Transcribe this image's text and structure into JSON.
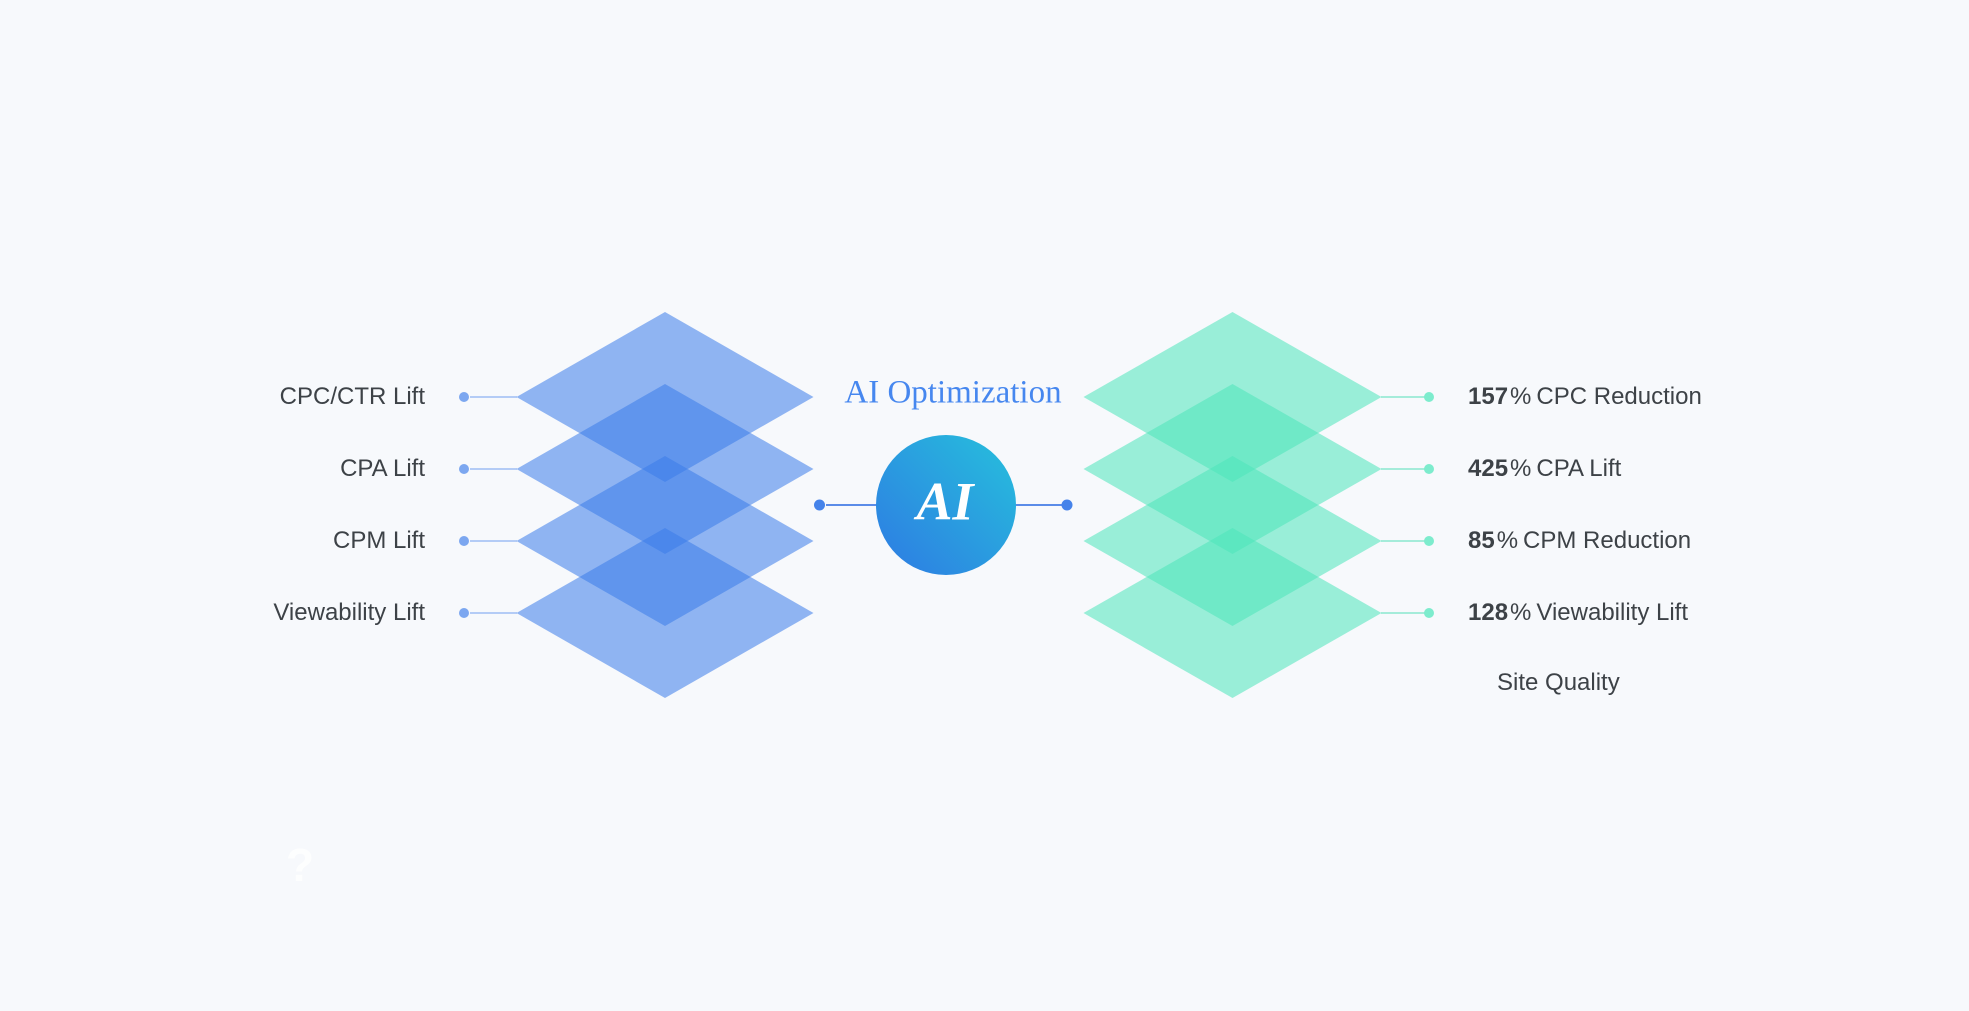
{
  "background_color": "#f7f9fc",
  "center": {
    "title": "AI Optimization",
    "circle_label": "AI"
  },
  "colors": {
    "background": "#f7f9fc",
    "diamond_blue": "#3a7bea",
    "diamond_teal": "#4ce5ba",
    "left_line": "#b4ccf6",
    "left_dot": "#7ca7f0",
    "right_line": "#a5ecda",
    "right_dot": "#7deccd",
    "center_line": "#5b8ce8",
    "center_dot": "#4583ea",
    "circle_gradient_start": "#2e7ae3",
    "circle_gradient_end": "#26c0dc",
    "title_text": "#4687ef",
    "label_text": "#3d4247"
  },
  "left": {
    "items": [
      {
        "label": "CPC/CTR Lift"
      },
      {
        "label": "CPA Lift"
      },
      {
        "label": "CPM Lift"
      },
      {
        "label": "Viewability Lift"
      }
    ]
  },
  "right": {
    "items": [
      {
        "number": "157",
        "suffix": "%",
        "label": "CPC Reduction"
      },
      {
        "number": "425",
        "suffix": "%",
        "label": "CPA Lift"
      },
      {
        "number": "85",
        "suffix": "%",
        "label": "CPM Reduction"
      },
      {
        "number": "128",
        "suffix": "%",
        "label": "Viewability Lift"
      },
      {
        "number": "",
        "suffix": "",
        "label": "Site Quality"
      }
    ]
  },
  "watermark": "?"
}
